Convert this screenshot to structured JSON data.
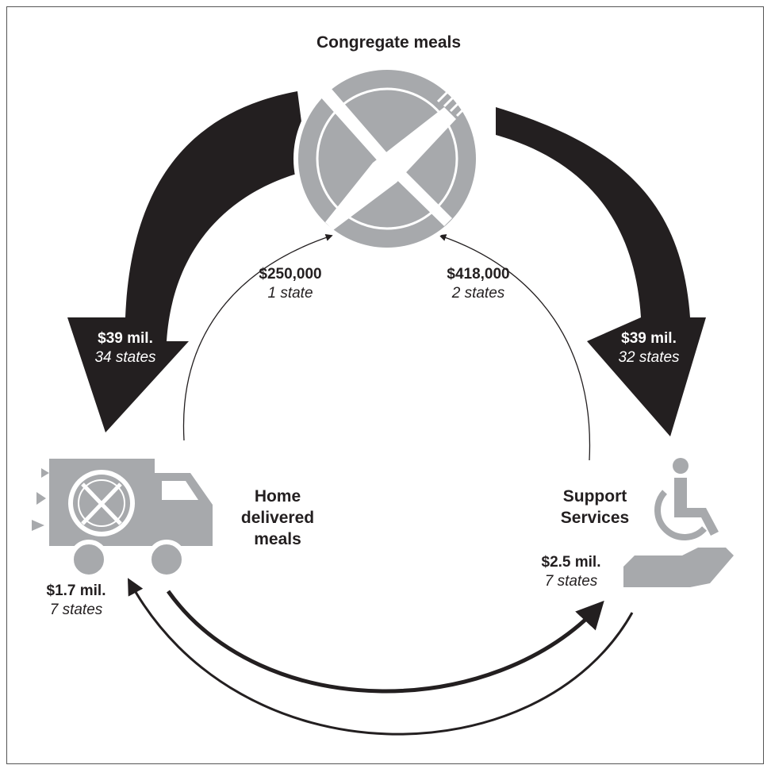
{
  "nodes": {
    "congregate": {
      "title": "Congregate meals"
    },
    "home": {
      "title_lines": [
        "Home",
        "delivered",
        "meals"
      ]
    },
    "support": {
      "title_lines": [
        "Support",
        "Services"
      ]
    }
  },
  "flows": {
    "congregate_to_home": {
      "amount": "$39 mil.",
      "states": "34 states"
    },
    "congregate_to_support": {
      "amount": "$39 mil.",
      "states": "32 states"
    },
    "home_to_congregate": {
      "amount": "$250,000",
      "states": "1 state"
    },
    "support_to_congregate": {
      "amount": "$418,000",
      "states": "2 states"
    },
    "support_to_home": {
      "amount": "$1.7 mil.",
      "states": "7 states"
    },
    "home_to_support": {
      "amount": "$2.5 mil.",
      "states": "7 states"
    }
  },
  "icons": {
    "congregate": "plate-knife-fork-icon",
    "home": "delivery-truck-icon",
    "support": "wheelchair-hand-icon"
  },
  "colors": {
    "icon_gray": "#a7a9ac",
    "arrow_black": "#231f20"
  }
}
